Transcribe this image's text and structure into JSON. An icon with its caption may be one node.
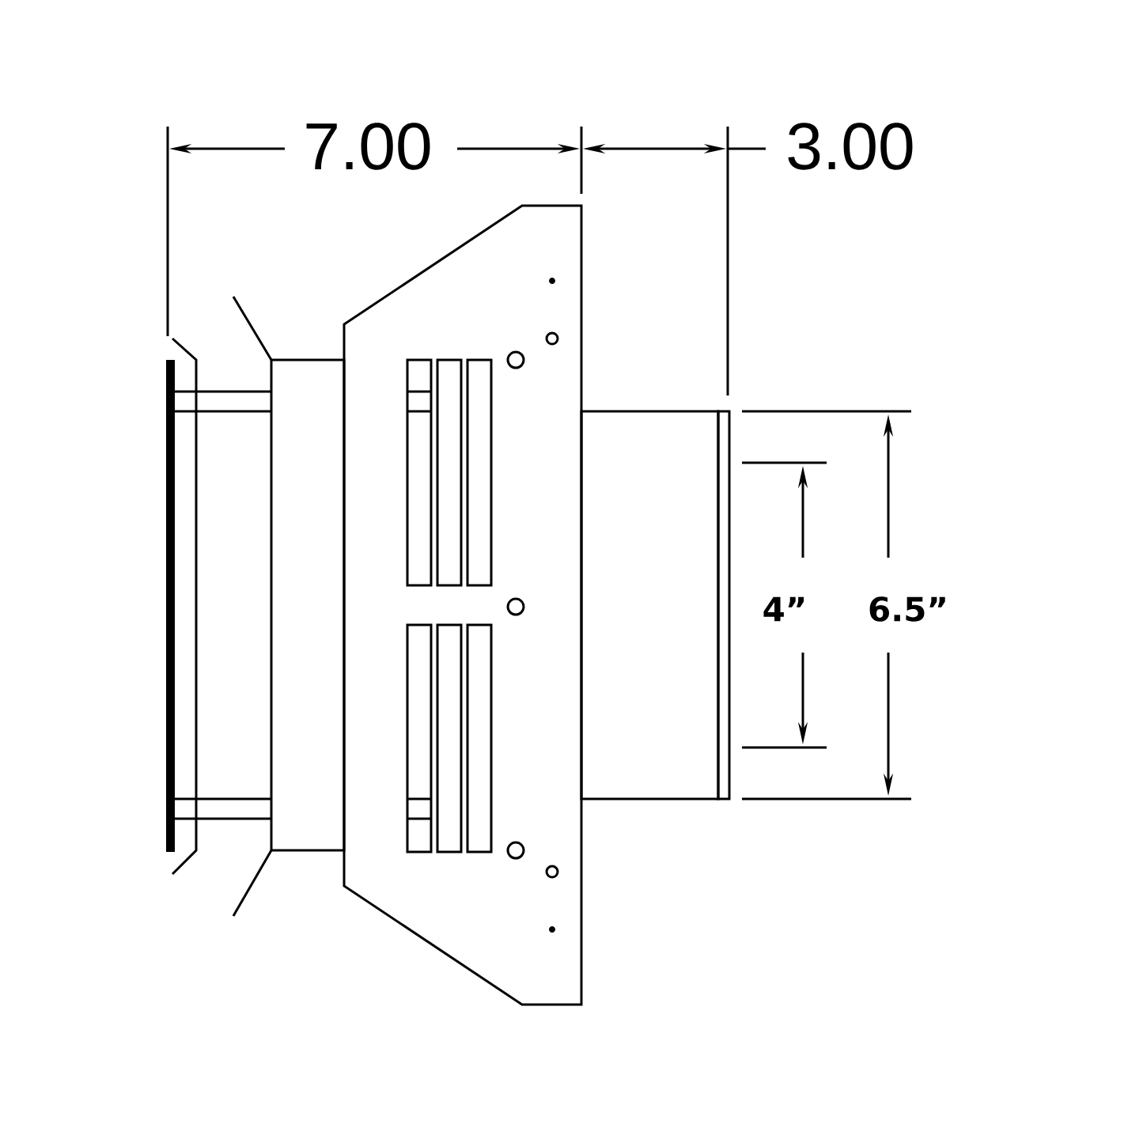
{
  "diagram": {
    "labels": [
      "7.00",
      "3.00",
      "4”",
      "6.5”"
    ]
  }
}
